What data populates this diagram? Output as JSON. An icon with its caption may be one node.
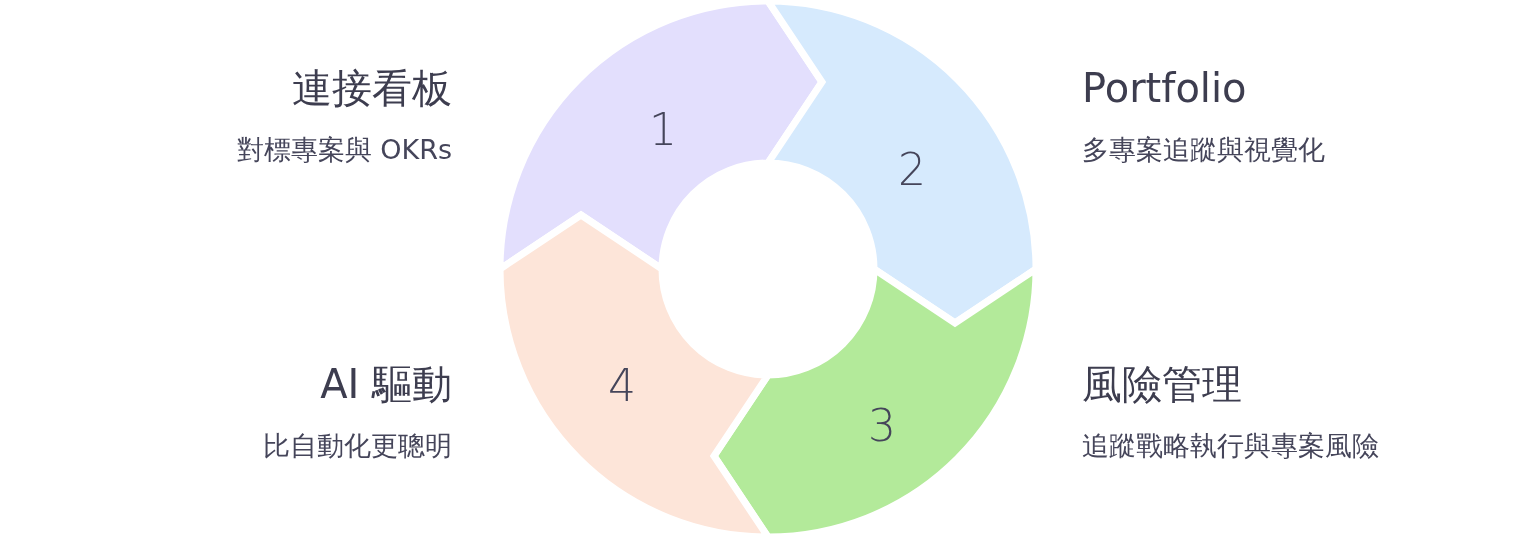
{
  "diagram": {
    "nodes": [
      {
        "text": [
          "1"
        ],
        "beside": [
          "連接看板",
          "對標專案與 OKRs"
        ]
      },
      {
        "text": [
          "2"
        ],
        "beside": [
          "Portfolio",
          "多專案追蹤與視覺化"
        ]
      },
      {
        "text": [
          "3"
        ],
        "beside": [
          "風險管理",
          "追蹤戰略執行與專案風險"
        ]
      },
      {
        "text": [
          "4"
        ],
        "beside": [
          "AI 驅動",
          "比自動化更聰明"
        ]
      }
    ]
  }
}
